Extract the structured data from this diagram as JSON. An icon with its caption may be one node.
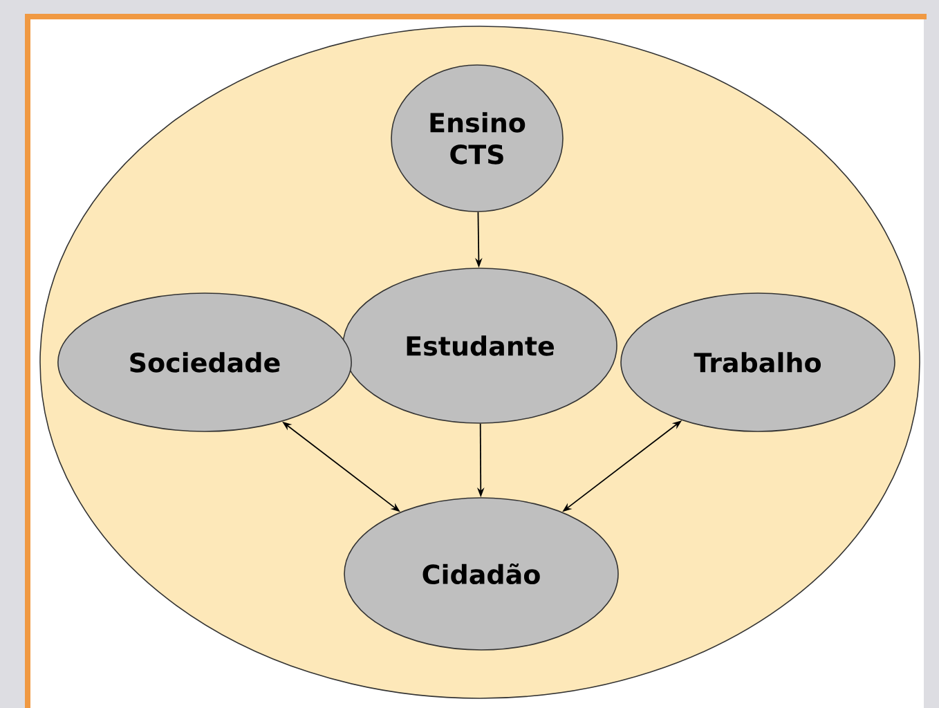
{
  "diagram": {
    "nodes": [
      {
        "text": [],
        "shape": "ellipse"
      },
      {
        "text": [
          "Ensino CTS"
        ],
        "in": 0
      },
      {
        "text": [
          "Estudante"
        ],
        "in": 0
      },
      {
        "text": [
          "Sociedade"
        ],
        "in": 0
      },
      {
        "text": [
          "Trabalho"
        ],
        "in": 0
      },
      {
        "text": [
          "Cidadão"
        ],
        "in": 0
      }
    ],
    "edges": [
      {
        "from": 1,
        "to": 2,
        "arrow": "to"
      },
      {
        "from": 2,
        "to": 5,
        "arrow": "to"
      },
      {
        "from": 3,
        "to": 5,
        "arrow": "both"
      },
      {
        "from": 4,
        "to": 5,
        "arrow": "both"
      }
    ]
  }
}
